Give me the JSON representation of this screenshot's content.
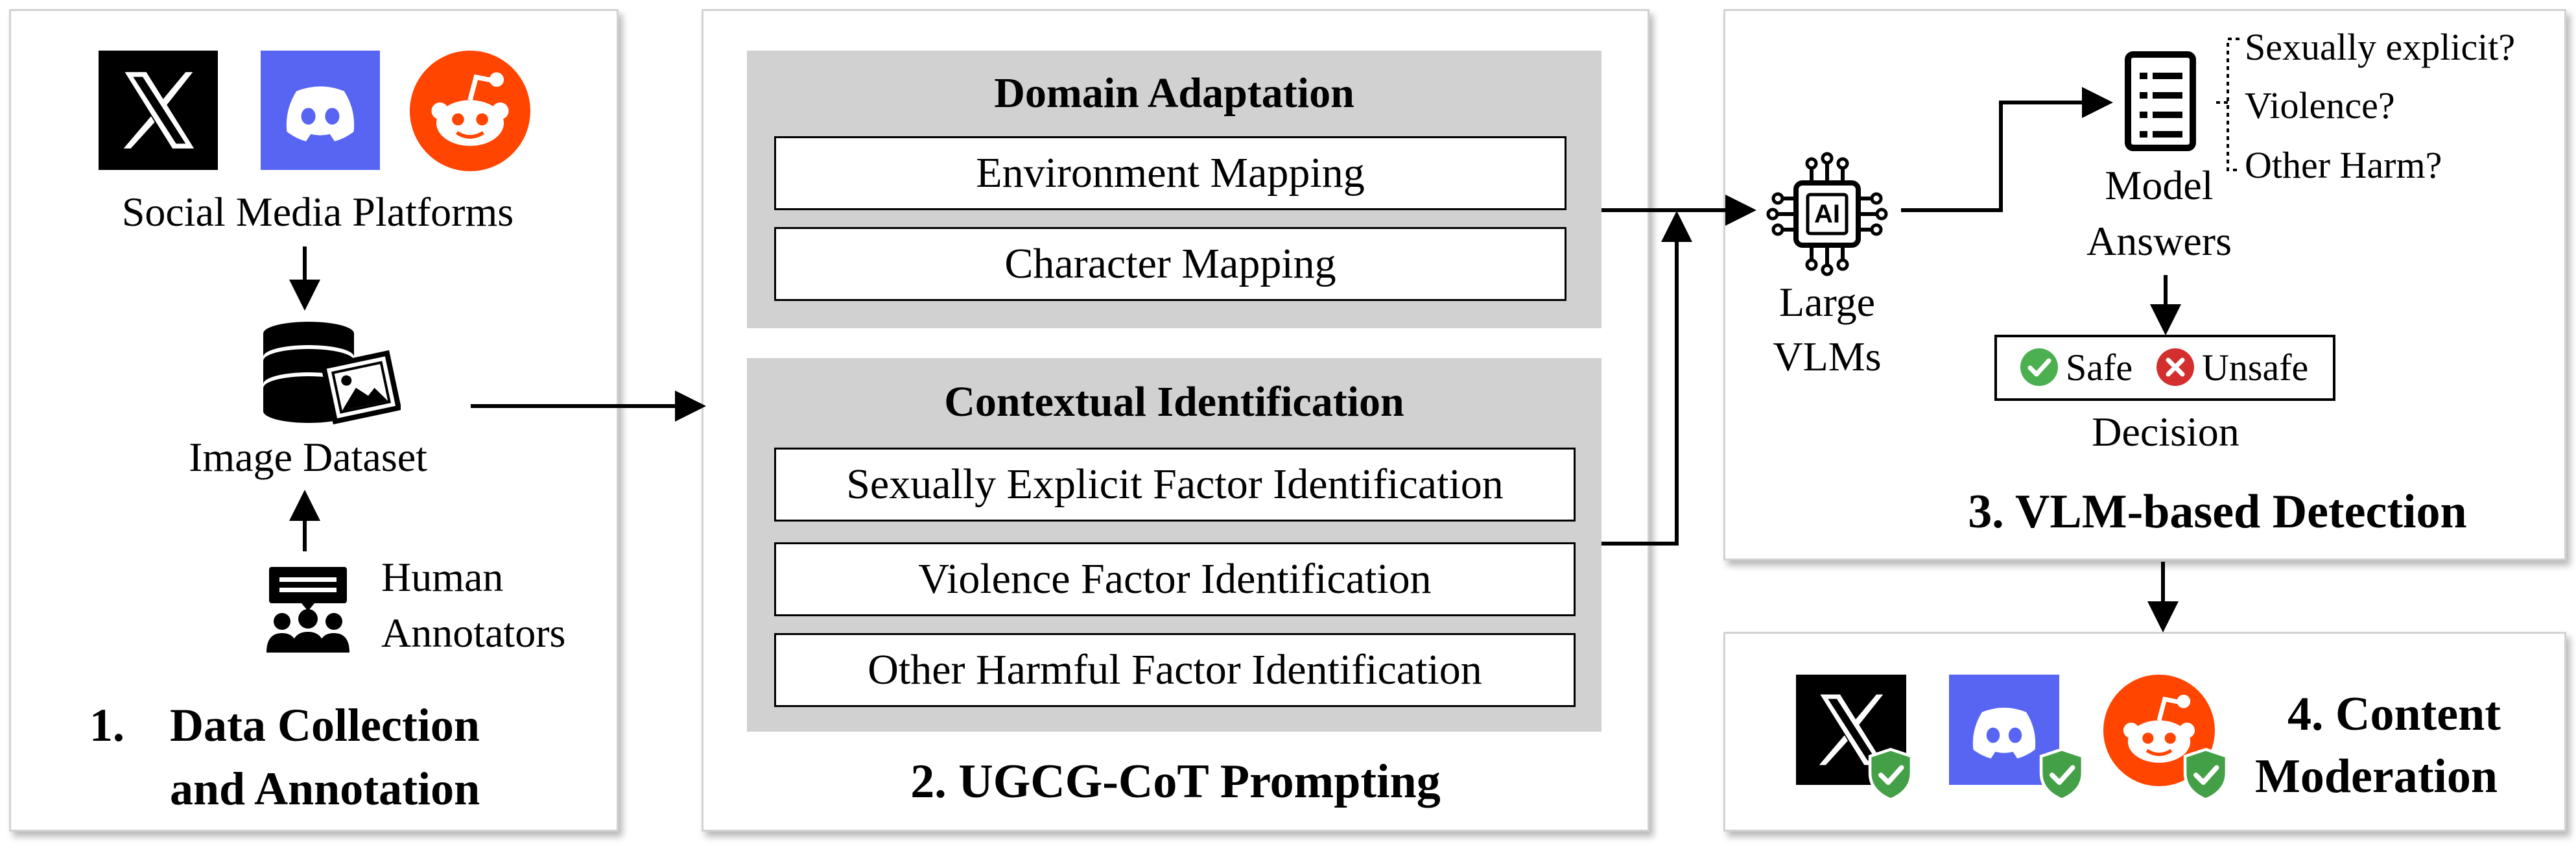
{
  "panel1": {
    "platforms_label": "Social Media Platforms",
    "dataset_label": "Image Dataset",
    "annotators_line1": "Human",
    "annotators_line2": "Annotators",
    "title_number": "1.",
    "title_line1": "Data Collection",
    "title_line2": "and Annotation",
    "platform_icons": [
      "x-logo",
      "discord-logo",
      "reddit-logo"
    ]
  },
  "panel2": {
    "domain_title": "Domain Adaptation",
    "domain_items": [
      "Environment Mapping",
      "Character Mapping"
    ],
    "context_title": "Contextual Identification",
    "context_items": [
      "Sexually Explicit Factor Identification",
      "Violence Factor Identification",
      "Other Harmful Factor Identification"
    ],
    "title": "2. UGCG-CoT Prompting"
  },
  "panel3": {
    "vlm_line1": "Large",
    "vlm_line2": "VLMs",
    "ai_chip_text": "AI",
    "answers_line1": "Model",
    "answers_line2": "Answers",
    "questions": [
      "Sexually explicit?",
      "Violence?",
      "Other Harm?"
    ],
    "safe_label": "Safe",
    "unsafe_label": "Unsafe",
    "decision_label": "Decision",
    "title": "3. VLM-based Detection"
  },
  "panel4": {
    "title_line1": "4. Content",
    "title_line2": "Moderation",
    "platform_icons": [
      "x-logo-verified",
      "discord-logo-verified",
      "reddit-logo-verified"
    ]
  },
  "colors": {
    "x_bg": "#000000",
    "discord_bg": "#5865f2",
    "reddit_bg": "#ff4500",
    "safe_green": "#4caf50",
    "unsafe_red": "#d32f2f",
    "shield_green": "#43a047",
    "box_gray": "#d1d1d1"
  }
}
